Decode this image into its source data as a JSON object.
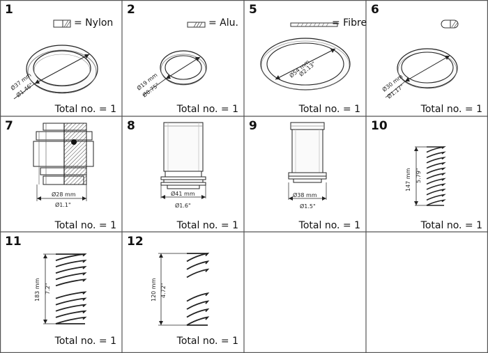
{
  "cells": [
    {
      "num": "1",
      "material": "= Nylon",
      "dims": [
        "Ø37 mm",
        "Ø1.46\""
      ],
      "total": "Total no. = 1"
    },
    {
      "num": "2",
      "material": "= Alu.",
      "dims": [
        "Ø19 mm",
        "Ø0.75\""
      ],
      "total": "Total no. = 1"
    },
    {
      "num": "5",
      "material": "= Fibre",
      "dims": [
        "Ø54 mm",
        "Ø2.13\""
      ],
      "total": "Total no. = 1"
    },
    {
      "num": "6",
      "material": "",
      "dims": [
        "Ø30 mm",
        "Ø1.17\""
      ],
      "total": "Total no. = 1"
    },
    {
      "num": "7",
      "dims": [
        "Ø28 mm",
        "Ø1.1\""
      ],
      "total": "Total no. = 1"
    },
    {
      "num": "8",
      "dims": [
        "Ø41 mm",
        "Ø1.6\""
      ],
      "total": "Total no. = 1"
    },
    {
      "num": "9",
      "dims": [
        "Ø38 mm",
        "Ø1.5\""
      ],
      "total": "Total no. = 1"
    },
    {
      "num": "10",
      "dims": [
        "147 mm",
        "5.79\""
      ],
      "total": "Total no. = 1"
    },
    {
      "num": "11",
      "dims": [
        "183 mm",
        "7.2\""
      ],
      "total": "Total no. = 1"
    },
    {
      "num": "12",
      "dims": [
        "120 mm",
        "4.72\""
      ],
      "total": "Total no. = 1"
    }
  ]
}
